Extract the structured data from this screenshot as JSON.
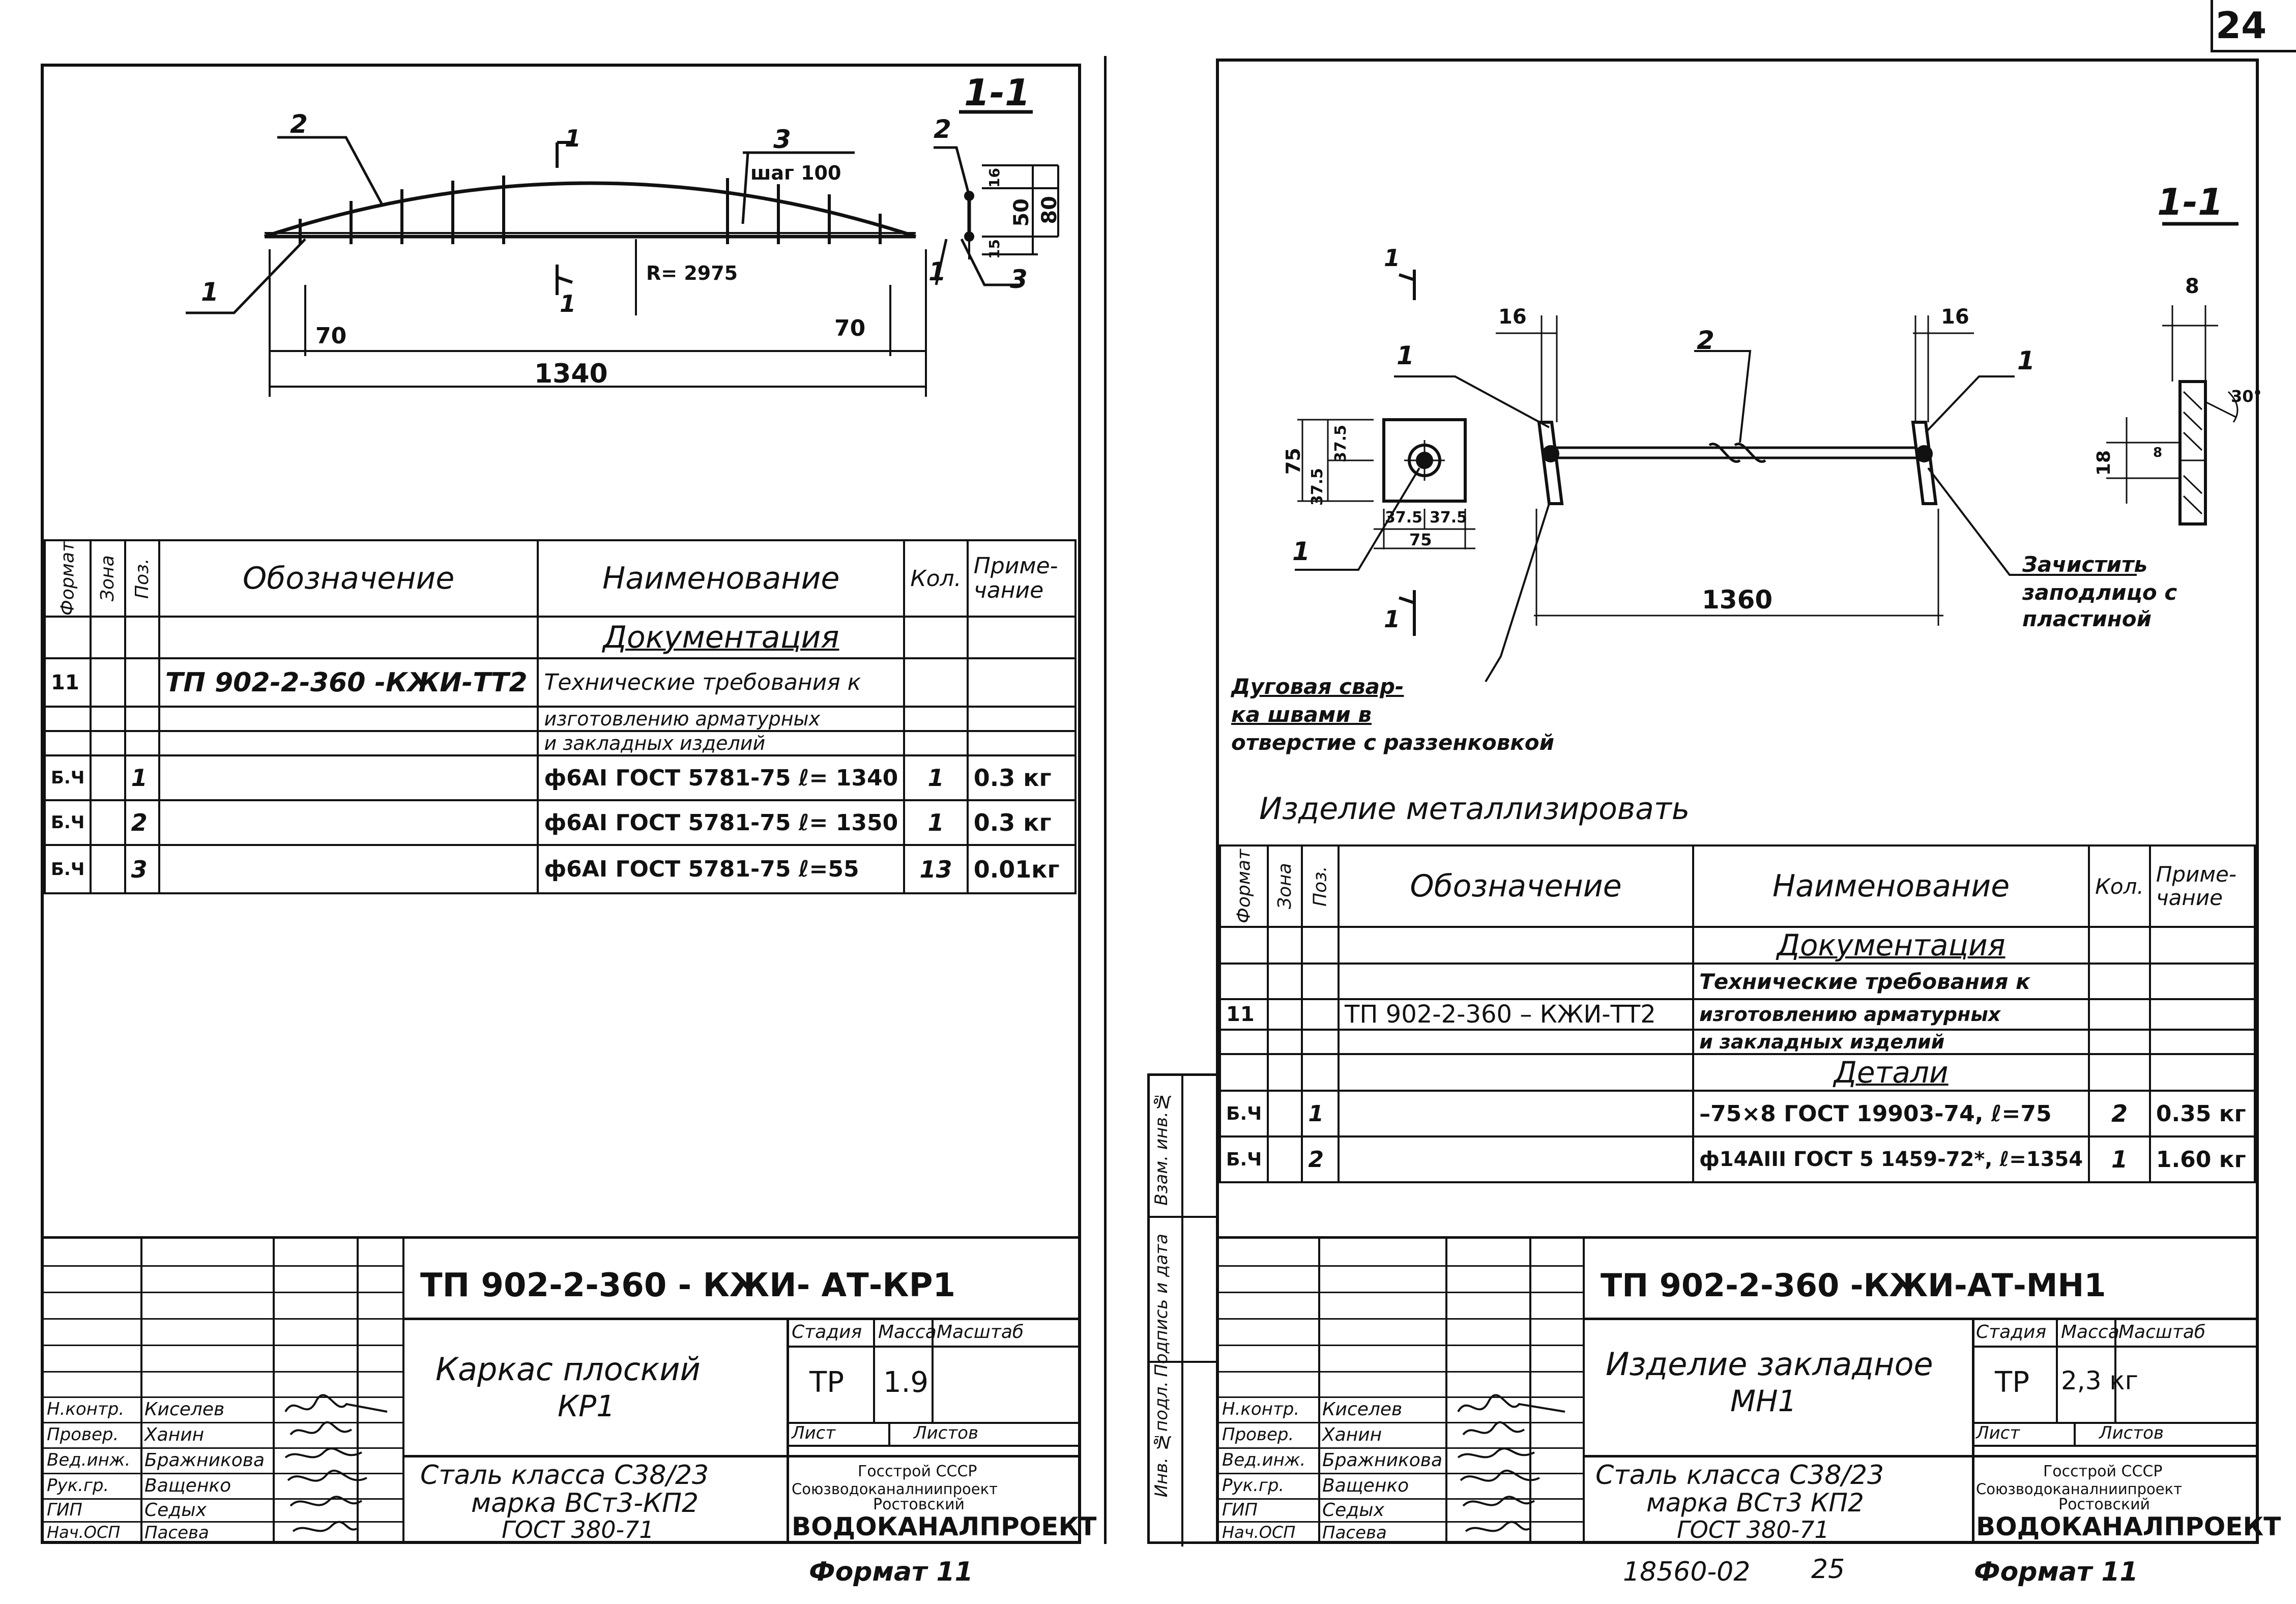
{
  "page_number": "24",
  "left_sheet": {
    "section_label": "1-1",
    "callouts": {
      "p1": "1",
      "p2": "2",
      "p3": "3",
      "p1b": "1",
      "p2b": "2",
      "p3b": "3",
      "sec_top": "1",
      "sec_bottom": "1"
    },
    "pitch_note": "шаг 100",
    "radius_label": "R= 2975",
    "dim_70_left": "70",
    "dim_70_right": "70",
    "dim_1340": "1340",
    "dim_16": "16",
    "dim_50": "50",
    "dim_80": "80",
    "dim_15": "15",
    "table_headers": {
      "format": "Формат",
      "zone": "Зона",
      "pos": "Поз.",
      "designation": "Обозначение",
      "name": "Наименование",
      "qty": "Кол.",
      "note": "Приме-чание"
    },
    "section_title": "Документация",
    "rows": [
      {
        "format": "11",
        "zone": "",
        "pos": "",
        "designation": "ТП 902-2-360   -КЖИ-ТТ2",
        "name": "Технические требования к",
        "qty": "",
        "note": ""
      },
      {
        "format": "",
        "zone": "",
        "pos": "",
        "designation": "",
        "name": "изготовлению арматурных",
        "qty": "",
        "note": ""
      },
      {
        "format": "",
        "zone": "",
        "pos": "",
        "designation": "",
        "name": "и закладных изделий",
        "qty": "",
        "note": ""
      },
      {
        "format": "Б.Ч",
        "zone": "",
        "pos": "1",
        "designation": "",
        "name": "ф6AI ГОСТ 5781-75   ℓ= 1340",
        "qty": "1",
        "note": "0.3 кг"
      },
      {
        "format": "Б.Ч",
        "zone": "",
        "pos": "2",
        "designation": "",
        "name": "ф6AI ГОСТ 5781-75   ℓ= 1350",
        "qty": "1",
        "note": "0.3 кг"
      },
      {
        "format": "Б.Ч",
        "zone": "",
        "pos": "3",
        "designation": "",
        "name": "ф6AI ГОСТ 5781-75   ℓ=55",
        "qty": "13",
        "note": "0.01кг"
      }
    ],
    "title_block": {
      "code": "ТП 902-2-360 -   КЖИ- АТ-КР1",
      "item_name_1": "Каркас    плоский",
      "item_name_2": "КР1",
      "material_1": "Сталь класса С38/23",
      "material_2": "марка ВСт3-КП2",
      "material_3": "ГОСТ 380-71",
      "stage_label": "Стадия",
      "mass_label": "Масса",
      "scale_label": "Масштаб",
      "stage": "ТР",
      "mass": "1.9",
      "sheet_label": "Лист",
      "sheets_label": "Листов",
      "org_1": "Госстрой СССР",
      "org_2": "Союзводоканалниипроект",
      "org_3": "Ростовский",
      "org_4": "ВОДОКАНАЛПРОЕКТ",
      "signers": [
        {
          "role": "Н.контр.",
          "name": "Киселев"
        },
        {
          "role": "Провер.",
          "name": "Ханин"
        },
        {
          "role": "Вед.инж.",
          "name": "Бражникова"
        },
        {
          "role": "Рук.гр.",
          "name": "Ващенко"
        },
        {
          "role": "ГИП",
          "name": "Седых"
        },
        {
          "role": "Нач.ОСП",
          "name": "Пасева"
        }
      ]
    },
    "format_note": "Формат 11"
  },
  "right_sheet": {
    "section_label": "1-1",
    "callouts": {
      "p1a": "1",
      "p2": "2",
      "p1b": "1",
      "p1c": "1",
      "sec_top": "1",
      "sec_bottom": "1"
    },
    "dim_16_left": "16",
    "dim_16_right": "16",
    "dim_75_v": "75",
    "dim_375_v1": "37.5",
    "dim_375_v2": "37.5",
    "dim_375_h1": "37.5",
    "dim_375_h2": "37.5",
    "dim_75_h": "75",
    "dim_1360": "1360",
    "dim_8": "8",
    "dim_18": "18",
    "dim_6": "8",
    "dim_30": "30°",
    "weld_note_1": "Дуговая свар-",
    "weld_note_2": "ка швами в",
    "weld_note_3": "отверстие с раззенковкой",
    "clean_note_1": "Зачистить",
    "clean_note_2": "заподлицо с",
    "clean_note_3": "пластиной",
    "metallize_note": "Изделие   металлизировать",
    "side_labels": {
      "ref": "Взам. инв.№",
      "sign": "Подпись и дата",
      "inv": "Инв. №подл."
    },
    "table_headers": {
      "format": "Формат",
      "zone": "Зона",
      "pos": "Поз.",
      "designation": "Обозначение",
      "name": "Наименование",
      "qty": "Кол.",
      "note": "Приме-чание"
    },
    "section_docs": "Документация",
    "section_parts": "Детали",
    "rows": [
      {
        "format": "",
        "zone": "",
        "pos": "",
        "designation": "",
        "name": "Технические требования к",
        "qty": "",
        "note": ""
      },
      {
        "format": "11",
        "zone": "",
        "pos": "",
        "designation": "ТП 902-2-360 –     КЖИ-ТТ2",
        "name": "изготовлению арматурных",
        "qty": "",
        "note": ""
      },
      {
        "format": "",
        "zone": "",
        "pos": "",
        "designation": "",
        "name": "и закладных изделий",
        "qty": "",
        "note": ""
      },
      {
        "format": "Б.Ч",
        "zone": "",
        "pos": "1",
        "designation": "",
        "name": "–75×8 ГОСТ 19903-74,  ℓ=75",
        "qty": "2",
        "note": "0.35 кг"
      },
      {
        "format": "Б.Ч",
        "zone": "",
        "pos": "2",
        "designation": "",
        "name": "ф14АIII ГОСТ 5 1459-72*, ℓ=1354",
        "qty": "1",
        "note": "1.60 кг"
      }
    ],
    "title_block": {
      "code": "ТП 902-2-360      -КЖИ-АТ-МН1",
      "item_name_1": "Изделие  закладное",
      "item_name_2": "МН1",
      "material_1": "Сталь класса С38/23",
      "material_2": "марка ВСт3 КП2",
      "material_3": "ГОСТ 380-71",
      "stage_label": "Стадия",
      "mass_label": "Масса",
      "scale_label": "Масштаб",
      "stage": "ТР",
      "mass": "2,3 кг",
      "sheet_label": "Лист",
      "sheets_label": "Листов",
      "org_1": "Госстрой СССР",
      "org_2": "Союзводоканалниипроект",
      "org_3": "Ростовский",
      "org_4": "ВОДОКАНАЛПРОЕКТ",
      "signers": [
        {
          "role": "Н.контр.",
          "name": "Киселев"
        },
        {
          "role": "Провер.",
          "name": "Ханин"
        },
        {
          "role": "Вед.инж.",
          "name": "Бражникова"
        },
        {
          "role": "Рук.гр.",
          "name": "Ващенко"
        },
        {
          "role": "ГИП",
          "name": "Седых"
        },
        {
          "role": "Нач.ОСП",
          "name": "Пасева"
        }
      ]
    },
    "footer_code": "18560-02",
    "footer_page": "25",
    "format_note": "Формат 11"
  }
}
